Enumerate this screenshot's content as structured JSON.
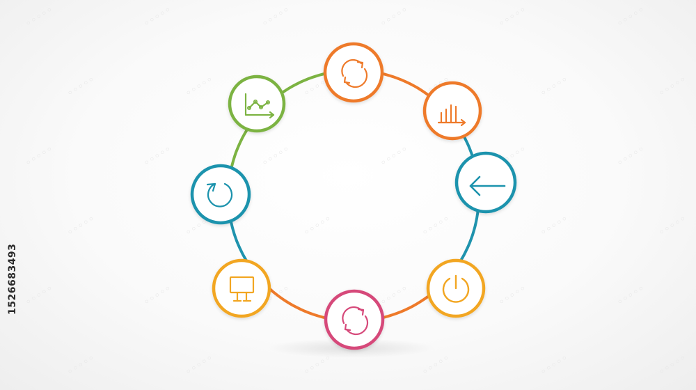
{
  "side_label": "1526683493",
  "colors": {
    "orange": "#ee7a2a",
    "green": "#7cb342",
    "teal": "#1f93ad",
    "yellow": "#f2a620",
    "pink": "#d6487a",
    "orange_light": "#f08a3a"
  },
  "ring_segments": [
    {
      "from": "refresh-top",
      "to": "bar-chart",
      "color": "#ee7a2a"
    },
    {
      "from": "bar-chart",
      "to": "back-arrow",
      "color": "#1f93ad"
    },
    {
      "from": "back-arrow",
      "to": "power",
      "color": "#1f93ad"
    },
    {
      "from": "power",
      "to": "refresh-bottom",
      "color": "#ee7a2a"
    },
    {
      "from": "refresh-bottom",
      "to": "presentation-board",
      "color": "#ee7a2a"
    },
    {
      "from": "presentation-board",
      "to": "cycle",
      "color": "#1f93ad"
    },
    {
      "from": "cycle",
      "to": "line-chart",
      "color": "#7cb342"
    },
    {
      "from": "line-chart",
      "to": "refresh-top",
      "color": "#7cb342"
    }
  ],
  "nodes": [
    {
      "id": "refresh-top",
      "icon": "refresh-icon",
      "color": "#ee7a2a"
    },
    {
      "id": "bar-chart",
      "icon": "bar-chart-icon",
      "color": "#ee7a2a"
    },
    {
      "id": "back-arrow",
      "icon": "arrow-left-icon",
      "color": "#1f93ad"
    },
    {
      "id": "power",
      "icon": "power-icon",
      "color": "#f2a620"
    },
    {
      "id": "refresh-bottom",
      "icon": "refresh-icon",
      "color": "#d6487a"
    },
    {
      "id": "presentation-board",
      "icon": "presentation-board-icon",
      "color": "#f2a620"
    },
    {
      "id": "cycle",
      "icon": "cycle-icon",
      "color": "#1f93ad"
    },
    {
      "id": "line-chart",
      "icon": "line-chart-icon",
      "color": "#7cb342"
    }
  ]
}
